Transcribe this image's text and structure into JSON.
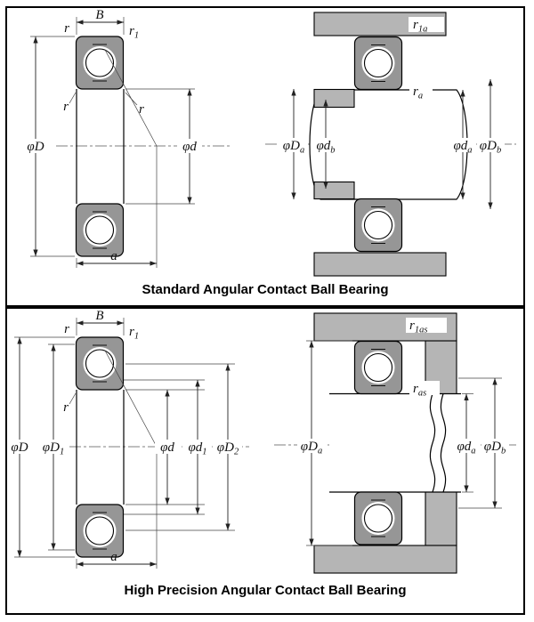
{
  "panel_standard": {
    "caption": "Standard Angular Contact Ball Bearing",
    "labels": {
      "width_B": {
        "main": "B",
        "sub": ""
      },
      "r_outer": {
        "main": "r",
        "sub": ""
      },
      "r1": {
        "main": "r",
        "sub": "1"
      },
      "r_inner_left": {
        "main": "r",
        "sub": ""
      },
      "r_inner_right": {
        "main": "r",
        "sub": ""
      },
      "phi_D": {
        "main": "φD",
        "sub": ""
      },
      "phi_d": {
        "main": "φd",
        "sub": ""
      },
      "a": {
        "main": "a",
        "sub": ""
      },
      "r1a": {
        "main": "r",
        "sub": "1a"
      },
      "ra": {
        "main": "r",
        "sub": "a"
      },
      "phi_Da": {
        "main": "φD",
        "sub": "a"
      },
      "phi_db": {
        "main": "φd",
        "sub": "b"
      },
      "phi_da": {
        "main": "φd",
        "sub": "a"
      },
      "phi_Db": {
        "main": "φD",
        "sub": "b"
      }
    }
  },
  "panel_precision": {
    "caption": "High Precision Angular Contact Ball Bearing",
    "labels": {
      "width_B": {
        "main": "B",
        "sub": ""
      },
      "r_outer": {
        "main": "r",
        "sub": ""
      },
      "r1": {
        "main": "r",
        "sub": "1"
      },
      "r_inner_left": {
        "main": "r",
        "sub": ""
      },
      "phi_D": {
        "main": "φD",
        "sub": ""
      },
      "phi_D1": {
        "main": "φD",
        "sub": "1"
      },
      "phi_d": {
        "main": "φd",
        "sub": ""
      },
      "phi_d1": {
        "main": "φd",
        "sub": "1"
      },
      "phi_D2": {
        "main": "φD",
        "sub": "2"
      },
      "a": {
        "main": "a",
        "sub": ""
      },
      "r1as": {
        "main": "r",
        "sub": "1as"
      },
      "ras": {
        "main": "r",
        "sub": "as"
      },
      "phi_Da": {
        "main": "φD",
        "sub": "a"
      },
      "phi_da": {
        "main": "φd",
        "sub": "a"
      },
      "phi_Db": {
        "main": "φD",
        "sub": "b"
      }
    }
  }
}
